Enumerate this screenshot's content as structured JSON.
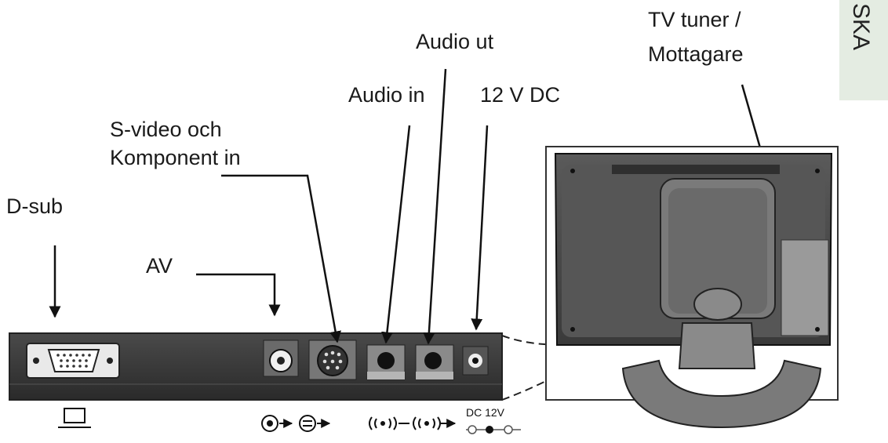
{
  "labels": {
    "dsub": "D-sub",
    "av": "AV",
    "svideo_line1": "S-video och",
    "svideo_line2": "Komponent in",
    "audio_in": "Audio in",
    "audio_out": "Audio ut",
    "dc": "12 V DC",
    "tuner_line1": "TV tuner /",
    "tuner_line2": "Mottagare"
  },
  "side_tab": "SKA",
  "dc_symbol": "DC 12V",
  "colors": {
    "ink": "#1a1a1a",
    "panel": "#3a3a3a",
    "tab": "#e4ece2"
  }
}
